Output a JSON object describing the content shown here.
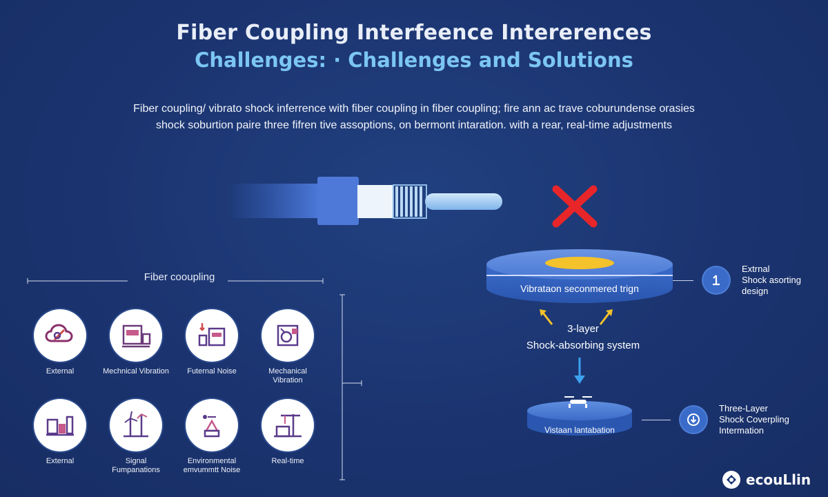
{
  "header": {
    "title_line1": "Fiber Coupling Interfeence Intererences",
    "title_line2": "Challenges: · Challenges and Solutions"
  },
  "description": {
    "line1": "Fiber coupling/ vibrato shock inferrence with fiber coupling in fiber coupling; fire ann ac trave coburundense orasies",
    "line2": "shock soburtion paire three fifren tive assoptions, on bermont intaration. with a rear, real-time adjustments"
  },
  "left_panel": {
    "label": "Fiber cooupling",
    "icons": [
      {
        "label": "External",
        "icon": "cloud-link-icon"
      },
      {
        "label": "Mechnical Vibration",
        "icon": "machine-icon"
      },
      {
        "label": "Futernal Noise",
        "icon": "factory-icon"
      },
      {
        "label": "Mechanical\nVibration",
        "icon": "gear-frame-icon"
      },
      {
        "label": "External",
        "icon": "industrial-icon"
      },
      {
        "label": "Signal\nFumpanations",
        "icon": "wind-turbine-icon"
      },
      {
        "label": "Environmental\nemvummtt Noise",
        "icon": "hanging-weight-icon"
      },
      {
        "label": "Real-time",
        "icon": "crane-icon"
      }
    ]
  },
  "right_panel": {
    "top_disc_label": "Vibrataon seconmered trign",
    "system_line1": "3-layer",
    "system_line2": "Shock-absorbing system",
    "bottom_disc_label": "Vistaan lantabation",
    "side_items": [
      {
        "text": "Extrnal\nShock asorting\ndesign",
        "icon": "numeral-icon"
      },
      {
        "text": "Three-Layer\nShock Coverpling\nIntermation",
        "icon": "download-icon"
      }
    ]
  },
  "logo": {
    "text": "ecouLlin"
  },
  "colors": {
    "background": "#1c3675",
    "accent_blue": "#3a6bc9",
    "title_cyan": "#7cc6f3",
    "error_red": "#e8262a",
    "arrow_yellow": "#f4c22b"
  }
}
